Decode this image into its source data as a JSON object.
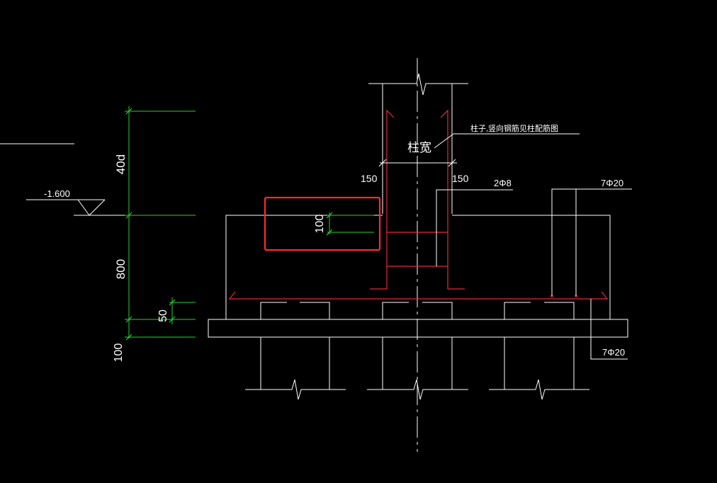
{
  "colors": {
    "background": "#000000",
    "outline": "#ffffff",
    "rebar": "#e8283a",
    "dimension": "#23d32a",
    "highlight": "#ff2a2a"
  },
  "drawing": {
    "elevation_label": "-1.600",
    "dim_40d": "40d",
    "dim_800": "800",
    "dim_50": "50",
    "dim_100_left": "100",
    "dim_100_box": "100",
    "dim_150_left": "150",
    "dim_150_right": "150",
    "column_width_label": "柱宽",
    "column_note": "柱子,竖向钢筋见柱配筋图",
    "rebar_2phi8": "2Φ8",
    "rebar_7phi20_top": "7Φ20",
    "rebar_7phi20_bottom": "7Φ20"
  }
}
